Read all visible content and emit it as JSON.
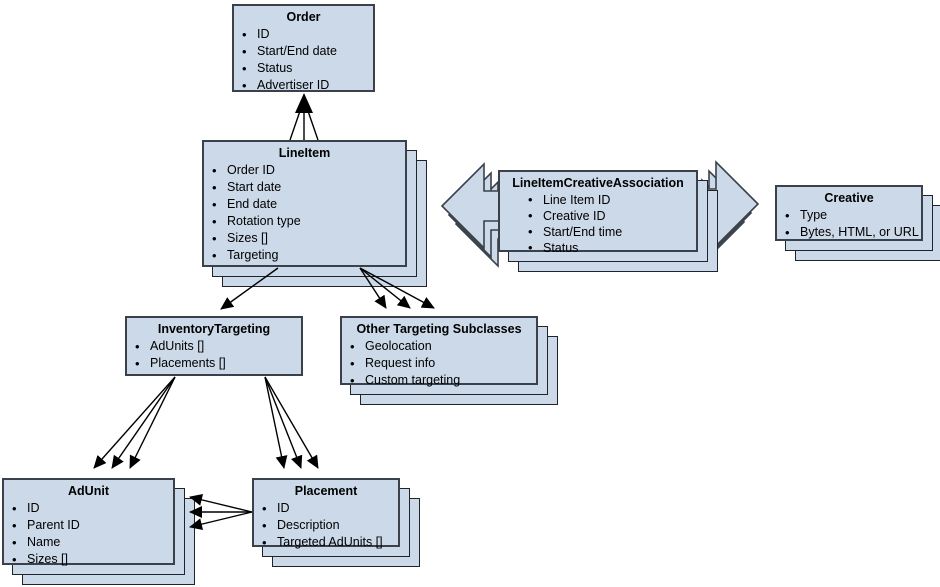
{
  "colors": {
    "box_fill": "#ccd9e8",
    "box_border": "#3a414b",
    "stack_border": "#1f242b",
    "line_color": "#000000"
  },
  "entities": {
    "order": {
      "title": "Order",
      "attributes": [
        "ID",
        "Start/End date",
        "Status",
        "Advertiser ID"
      ]
    },
    "line_item": {
      "title": "LineItem",
      "attributes": [
        "Order ID",
        "Start date",
        "End date",
        "Rotation type",
        "Sizes []",
        "Targeting"
      ]
    },
    "line_item_creative_association": {
      "title": "LineItemCreativeAssociation",
      "attributes": [
        "Line Item ID",
        "Creative ID",
        "Start/End time",
        "Status"
      ]
    },
    "creative": {
      "title": "Creative",
      "attributes": [
        "Type",
        "Bytes, HTML, or URL"
      ]
    },
    "inventory_targeting": {
      "title": "InventoryTargeting",
      "attributes": [
        "AdUnits []",
        "Placements []"
      ]
    },
    "other_targeting_subclasses": {
      "title": "Other Targeting Subclasses",
      "attributes": [
        "Geolocation",
        "Request info",
        "Custom targeting"
      ]
    },
    "ad_unit": {
      "title": "AdUnit",
      "attributes": [
        "ID",
        "Parent ID",
        "Name",
        "Sizes []"
      ]
    },
    "placement": {
      "title": "Placement",
      "attributes": [
        "ID",
        "Description",
        "Targeted AdUnits []"
      ]
    }
  }
}
